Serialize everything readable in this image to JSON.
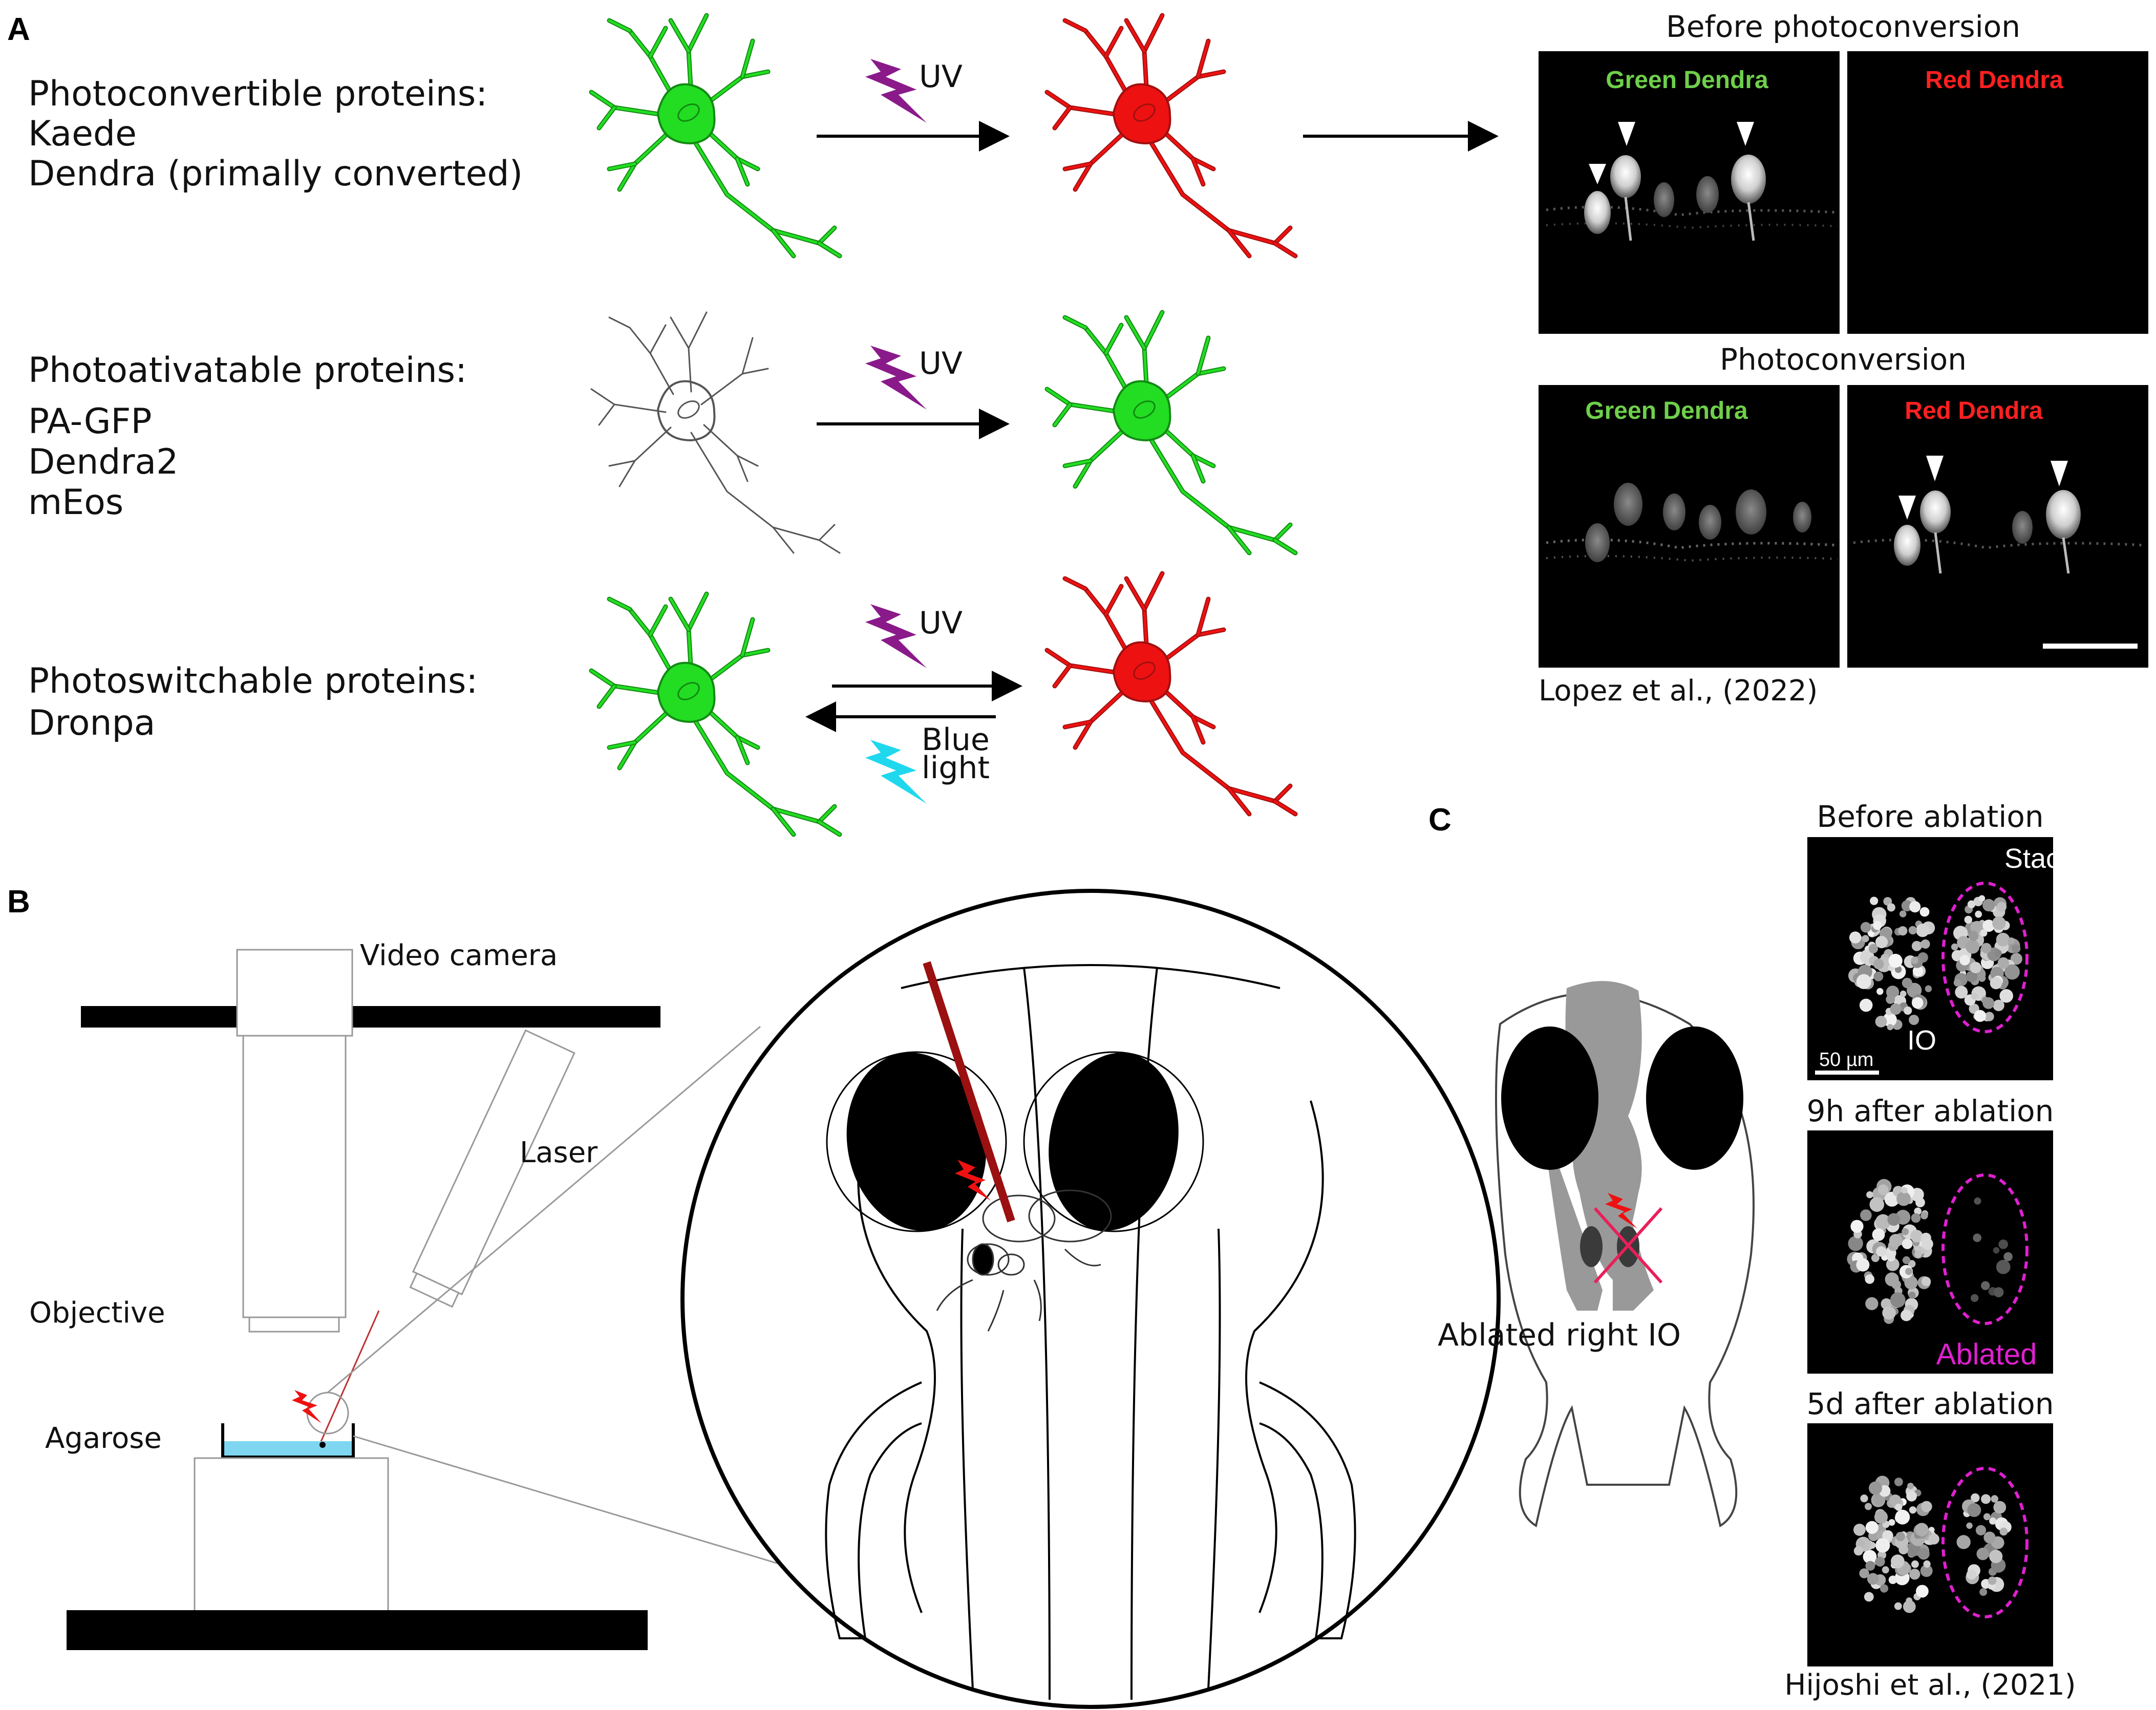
{
  "panels": {
    "a": {
      "letter": "A",
      "row1": {
        "title": "Photoconvertible proteins:",
        "items": [
          "Kaede",
          "Dendra (primally converted)"
        ],
        "stimulus": "UV"
      },
      "row2": {
        "title": "Photoativatable proteins:",
        "items": [
          "PA-GFP",
          "Dendra2",
          "mEos"
        ],
        "stimulus": "UV"
      },
      "row3": {
        "title": "Photoswitchable proteins:",
        "items": [
          "Dronpa"
        ],
        "stimulus_forward": "UV",
        "stimulus_back_1": "Blue",
        "stimulus_back_2": "light"
      },
      "micrographs": {
        "before_title": "Before photoconversion",
        "after_title": "Photoconversion",
        "green_label": "Green Dendra",
        "red_label": "Red Dendra",
        "citation": "Lopez et al., (2022)"
      }
    },
    "b": {
      "letter": "B",
      "camera": "Video camera",
      "laser": "Laser",
      "objective": "Objective",
      "agarose": "Agarose"
    },
    "c": {
      "letter": "C",
      "fish_label": "Ablated right IO",
      "titles": [
        "Before ablation",
        "9h after ablation",
        "5d after ablation"
      ],
      "stack": "Stack",
      "io": "IO",
      "scale": "50 µm",
      "ablated": "Ablated",
      "citation": "Hijoshi et al., (2021)"
    }
  },
  "colors": {
    "green_neuron": "#22dd22",
    "green_stroke": "#128a12",
    "red_neuron": "#ee1111",
    "red_stroke": "#a01010",
    "uv_bolt": "#8a1a8a",
    "blue_bolt": "#20d8ee",
    "laser": "#9b1010",
    "agarose": "#7fd6f0",
    "dendra_green_text": "#6ed04a",
    "dendra_red_text": "#ff2020",
    "magenta": "#e020d0",
    "ablation_cross": "#e8205a"
  }
}
